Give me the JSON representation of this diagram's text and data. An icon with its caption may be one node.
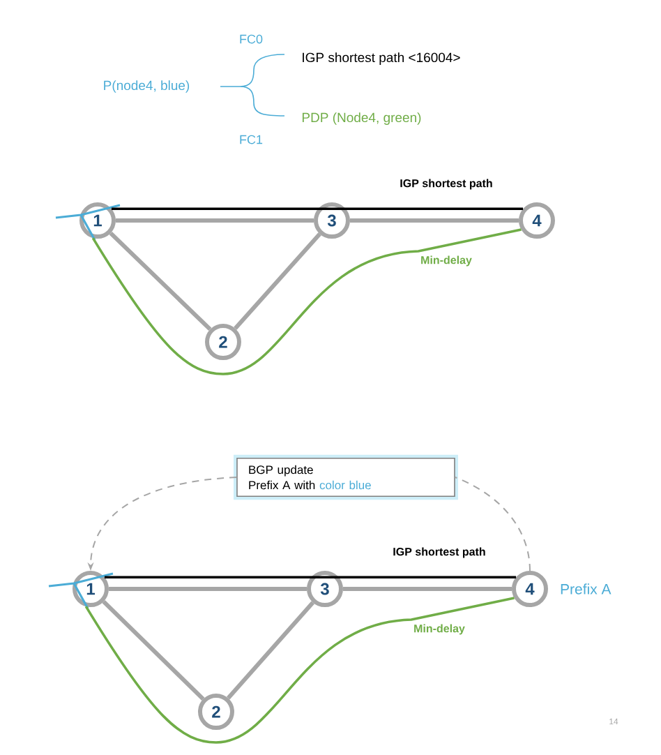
{
  "diagram": {
    "nodes": [
      {
        "text": [
          "1"
        ]
      },
      {
        "text": [
          "2"
        ]
      },
      {
        "text": [
          "3"
        ]
      },
      {
        "text": [
          "4"
        ]
      },
      {
        "text": [
          "1"
        ]
      },
      {
        "text": [
          "2"
        ]
      },
      {
        "text": [
          "3"
        ]
      },
      {
        "text": [
          "4"
        ],
        "beside": [
          "Prefix A"
        ]
      },
      {
        "text": [
          "BGP update",
          "Prefix A with",
          "color blue"
        ]
      }
    ],
    "edges": [
      {
        "from": 0,
        "to": 1,
        "arrow": "none"
      },
      {
        "from": 1,
        "to": 2,
        "arrow": "none"
      },
      {
        "from": 0,
        "to": 2,
        "arrow": "none"
      },
      {
        "from": 2,
        "to": 3,
        "arrow": "none"
      },
      {
        "from": 0,
        "to": 3,
        "arrow": "none",
        "label": "IGP shortest path",
        "color": "#000000"
      },
      {
        "from": 0,
        "to": 3,
        "arrow": "none",
        "label": "Min-delay",
        "color": "#70ad47"
      },
      {
        "from": 4,
        "to": 5,
        "arrow": "none"
      },
      {
        "from": 5,
        "to": 6,
        "arrow": "none"
      },
      {
        "from": 4,
        "to": 6,
        "arrow": "none"
      },
      {
        "from": 6,
        "to": 7,
        "arrow": "none"
      },
      {
        "from": 4,
        "to": 7,
        "arrow": "none",
        "label": "IGP shortest path",
        "color": "#000000"
      },
      {
        "from": 4,
        "to": 7,
        "arrow": "none",
        "label": "Min-delay",
        "color": "#70ad47"
      },
      {
        "from": 7,
        "to": 8,
        "arrow": "none",
        "style": "dashed"
      },
      {
        "from": 8,
        "to": 4,
        "arrow": "to",
        "style": "dashed"
      }
    ],
    "labels": [
      "FC0",
      "IGP shortest path <16004>",
      "P(node4, blue)",
      "PDP (Node4, green)",
      "FC1",
      "14"
    ]
  }
}
